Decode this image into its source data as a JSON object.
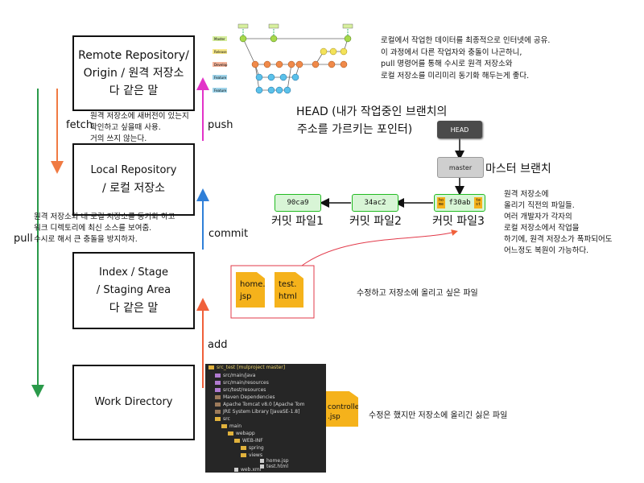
{
  "boxes": {
    "remote": [
      "Remote Repository/",
      "Origin / 원격 저장소",
      "다 같은 말"
    ],
    "local": [
      "Local Repository",
      "/ 로컬 저장소"
    ],
    "index": [
      "Index / Stage",
      "/ Staging Area",
      "다 같은 말"
    ],
    "work": [
      "Work Directory"
    ]
  },
  "arrows": {
    "fetch": "fetch",
    "pull": "pull",
    "push": "push",
    "commit": "commit",
    "add": "add"
  },
  "notes": {
    "fetch_note": [
      "원격 저장소에 새버전이 있는지",
      "확인하고 싶을때 사용.",
      "거의 쓰지 않는다."
    ],
    "pull_note": [
      "원격 저장소와 내 로컬 저장소를 동기화 하고",
      "워크 디렉토리에 최신 소스를 보여줌.",
      "수시로 해서 큰 충돌을 방지하자."
    ],
    "top_note": [
      "로컬에서 작업한 데이터를 최종적으로 인터넷에 공유.",
      "이 과정에서 다른 작업자와 충돌이 나곤하니,",
      "pull 명령어를 통해 수시로 원격 저장소와",
      "로컬 저장소를 미리미리 동기화 해두는게 좋다."
    ],
    "head_note": [
      "HEAD (내가 작업중인 브랜치의",
      "주소를 가르키는 포인터)"
    ],
    "master_note": "마스터 브랜치",
    "remote_note": [
      "원격 저장소에",
      "올리기 직전의 파일들.",
      "여러 개발자가 각자의",
      "로컬 저장소에서 작업을",
      "하기에, 원격 저장소가 폭파되어도",
      "어느정도 복원이 가능하다."
    ],
    "staged_note": "수정하고 저장소에 올리고 싶은 파일",
    "modified_note": "수정은 했지만 저장소에 올리긴 싫은 파일"
  },
  "git_graph": {
    "head_label": "HEAD",
    "master_label": "master",
    "commits": [
      {
        "hash": "90ca9",
        "caption": "커밋 파일1"
      },
      {
        "hash": "34ac2",
        "caption": "커밋 파일2"
      },
      {
        "hash": "f30ab",
        "caption": "커밋 파일3"
      }
    ],
    "commit3_icons": [
      "ho me",
      "te st"
    ]
  },
  "files": {
    "staged": [
      [
        "home.",
        "jsp"
      ],
      [
        "test.",
        "html"
      ]
    ],
    "modified": [
      "controller",
      ".jsp"
    ]
  },
  "flow_lanes": [
    "Master",
    "Release",
    "Develop",
    "Feature",
    "Feature"
  ],
  "project_tree": [
    "src_test [mulproject master]",
    "src/main/java",
    "src/main/resources",
    "src/test/resources",
    "Maven Dependencies",
    "Apache Tomcat v8.0 [Apache Tom",
    "JRE System Library [JavaSE-1.8]",
    "src",
    "main",
    "webapp",
    "WEB-INF",
    "spring",
    "views",
    "home.jsp",
    "test.html",
    "web.xml"
  ]
}
